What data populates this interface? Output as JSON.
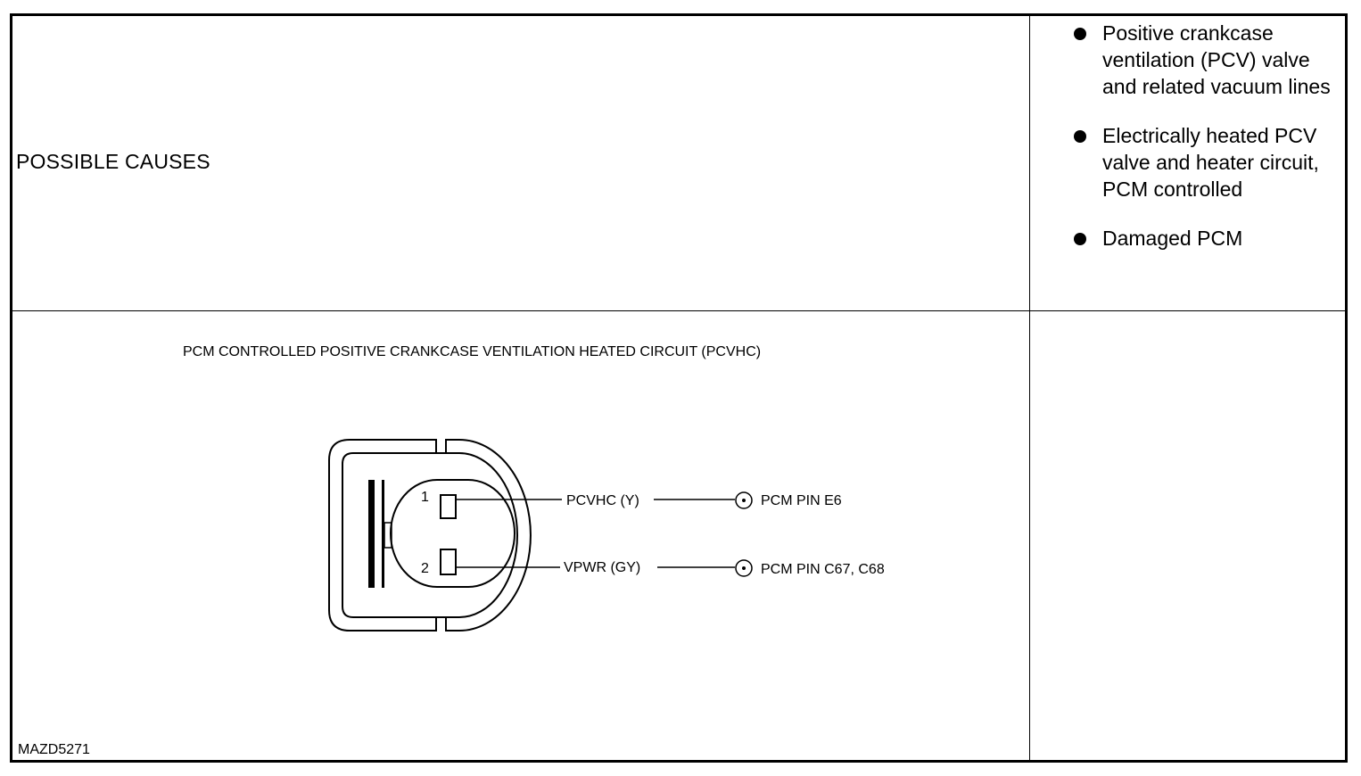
{
  "causes_label": "POSSIBLE CAUSES",
  "causes": [
    "Positive crankcase ventilation (PCV) valve and related vacuum lines",
    "Electrically heated PCV valve and heater circuit, PCM controlled",
    "Damaged PCM"
  ],
  "diagram": {
    "title": "PCM CONTROLLED POSITIVE CRANKCASE VENTILATION HEATED CIRCUIT (PCVHC)",
    "pin1_number": "1",
    "pin2_number": "2",
    "wire1_label": "PCVHC (Y)",
    "wire2_label": "VPWR (GY)",
    "wire1_dest": "PCM PIN E6",
    "wire2_dest": "PCM PIN C67, C68"
  },
  "figure_id": "MAZD5271"
}
